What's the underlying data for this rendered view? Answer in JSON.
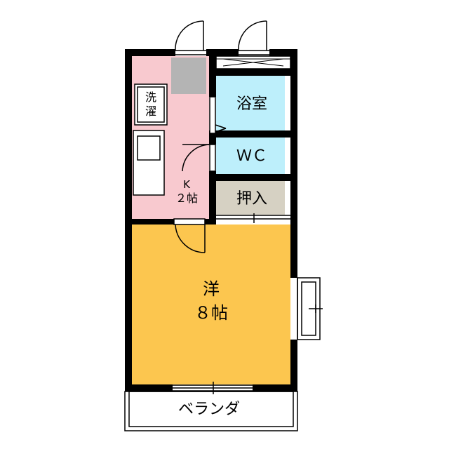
{
  "rooms": {
    "kitchen": {
      "label_line1": "K",
      "label_line2": "２帖",
      "color": "#f8c9cf"
    },
    "laundry": {
      "label_line1": "洗",
      "label_line2": "濯"
    },
    "bath": {
      "label": "浴室",
      "color": "#bdeffb"
    },
    "toilet": {
      "label": "ＷＣ",
      "color": "#bdeffb"
    },
    "closet": {
      "label": "押入",
      "color": "#d6d1c3"
    },
    "western": {
      "label_line1": "洋",
      "label_line2": "８帖",
      "color": "#fcc64f"
    },
    "veranda": {
      "label": "ベランダ"
    }
  },
  "colors": {
    "wall": "#000000",
    "fridge": "#b4b4b4"
  }
}
